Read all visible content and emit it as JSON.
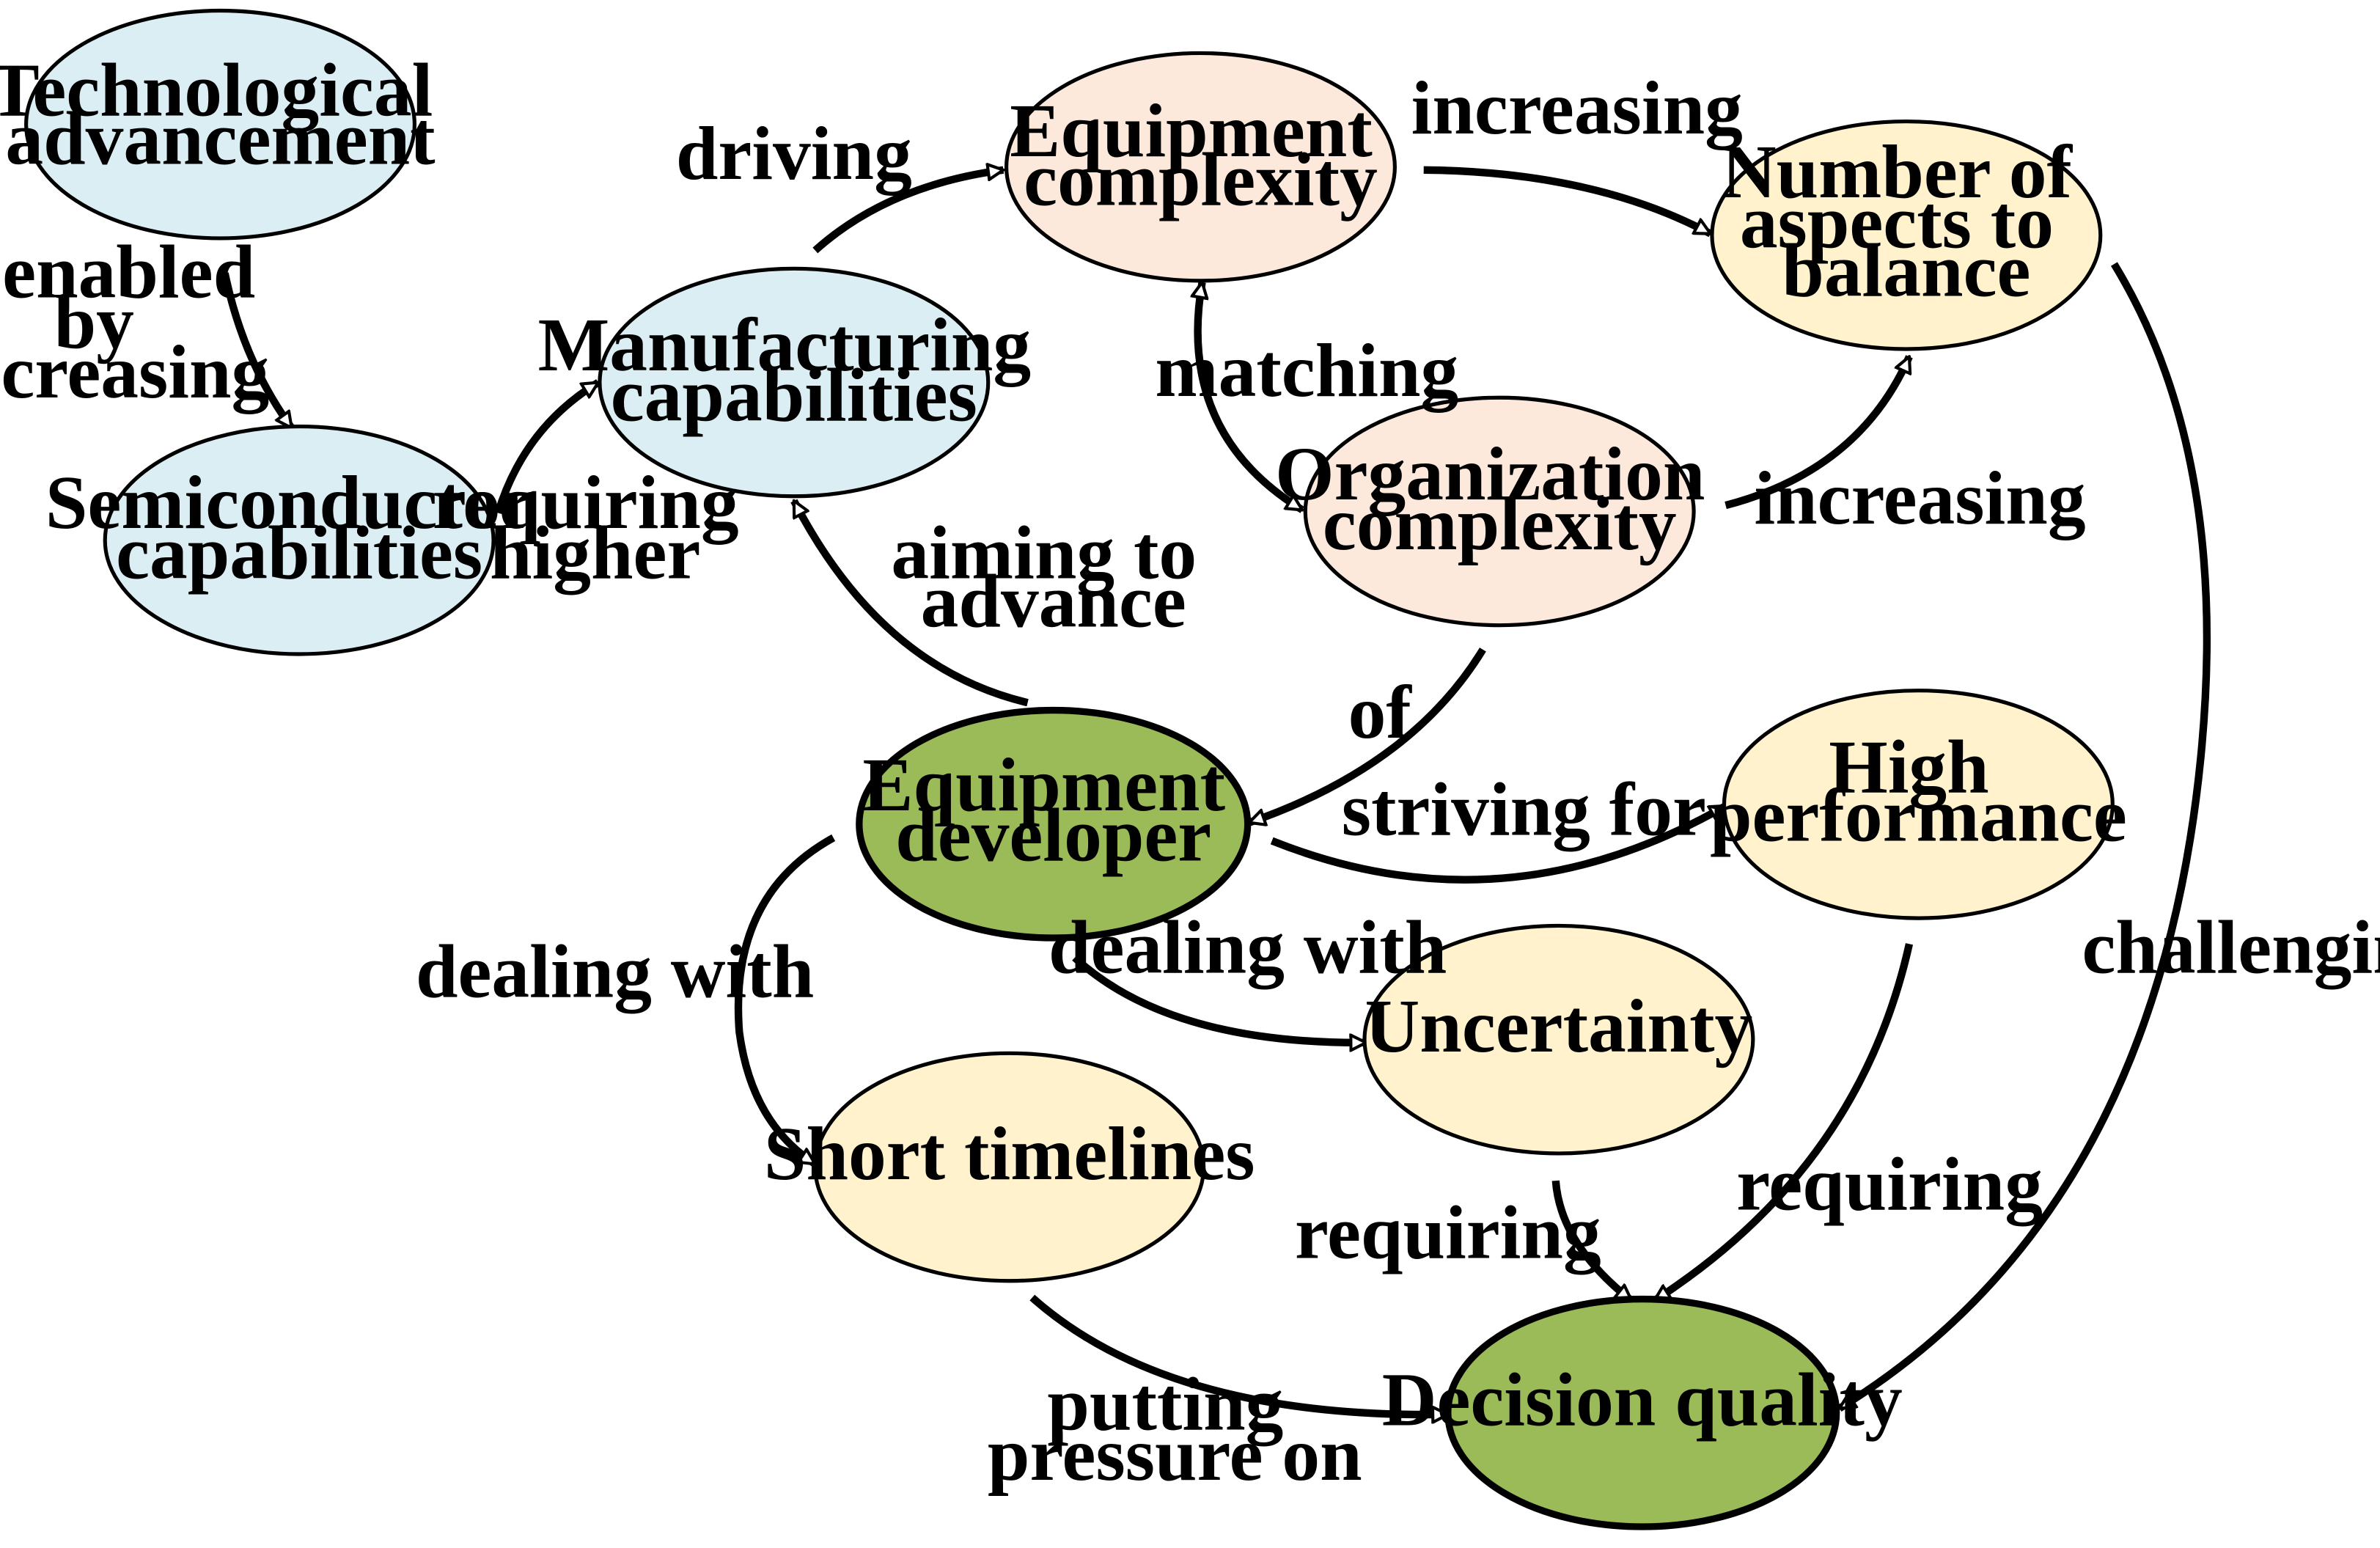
{
  "colors": {
    "blue": "#DBEEF4",
    "peach": "#FCE9DC",
    "yellow": "#FFF2CC",
    "green": "#9BBB59",
    "stroke": "#000000"
  },
  "nodes": {
    "technological_advancement": [
      "Technological",
      "advancement"
    ],
    "semiconductor_capabilities": [
      "Semiconductor",
      "capabilities"
    ],
    "manufacturing_capabilities": [
      "Manufacturing",
      "capabilities"
    ],
    "equipment_complexity": [
      "Equipment",
      "complexity"
    ],
    "organization_complexity": [
      "Organization",
      "complexity"
    ],
    "number_of_aspects": [
      "Number of",
      "aspects to",
      "balance"
    ],
    "equipment_developer": [
      "Equipment",
      "developer"
    ],
    "high_performance": [
      "High",
      "performance"
    ],
    "uncertainty": [
      "Uncertainty"
    ],
    "short_timelines": [
      "Short timelines"
    ],
    "decision_quality": [
      "Decision quality"
    ]
  },
  "edges": {
    "is_enabled_by": [
      "is enabled",
      "by",
      "increasing"
    ],
    "requiring_higher": [
      "requiring",
      "higher"
    ],
    "driving": [
      "driving"
    ],
    "increasing_top": [
      "increasing"
    ],
    "matching": [
      "matching"
    ],
    "increasing_right": [
      "increasing"
    ],
    "aiming_to_advance": [
      "aiming to",
      "advance"
    ],
    "of": [
      "of"
    ],
    "striving_for": [
      "striving for"
    ],
    "dealing_with_left": [
      "dealing with"
    ],
    "dealing_with_mid": [
      "dealing with"
    ],
    "challenging": [
      "challenging"
    ],
    "requiring_mid": [
      "requiring"
    ],
    "requiring_right": [
      "requiring"
    ],
    "putting_pressure_on": [
      "putting",
      "pressure on"
    ]
  }
}
